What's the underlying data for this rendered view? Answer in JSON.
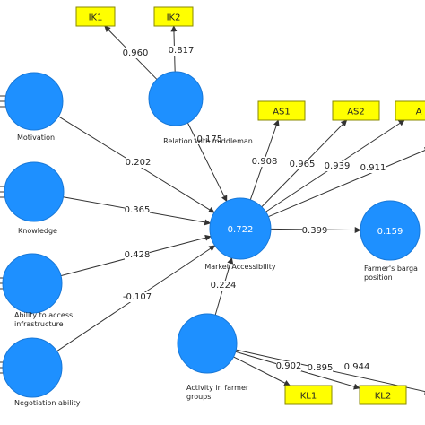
{
  "colors": {
    "construct": "#1e90ff",
    "construct_stroke": "#1878d8",
    "indicator_fill": "#ffff00",
    "indicator_stroke": "#8a8a00",
    "arrow": "#333333"
  },
  "constructs": [
    {
      "id": "motivation",
      "label": [
        "Motivation"
      ],
      "value": ""
    },
    {
      "id": "relation",
      "label": [
        "Relation with middleman"
      ],
      "value": ""
    },
    {
      "id": "knowledge",
      "label": [
        "Knowledge"
      ],
      "value": ""
    },
    {
      "id": "infrastructure",
      "label": [
        "Ability to access",
        "infrastructure"
      ],
      "value": ""
    },
    {
      "id": "negotiation",
      "label": [
        "Negotiation ability"
      ],
      "value": ""
    },
    {
      "id": "market",
      "label": [
        "Market Accessibility"
      ],
      "value": "0.722"
    },
    {
      "id": "activity",
      "label": [
        "Activity in farmer",
        "groups"
      ],
      "value": ""
    },
    {
      "id": "bargaining",
      "label": [
        "Farmer's barga",
        "position"
      ],
      "value": "0.159"
    }
  ],
  "indicators": [
    {
      "id": "IK1",
      "label": "IK1"
    },
    {
      "id": "IK2",
      "label": "IK2"
    },
    {
      "id": "AS1",
      "label": "AS1"
    },
    {
      "id": "AS2",
      "label": "AS2"
    },
    {
      "id": "AS3",
      "label": "A"
    },
    {
      "id": "KL1",
      "label": "KL1"
    },
    {
      "id": "KL2",
      "label": "KL2"
    }
  ],
  "paths": [
    {
      "from": "motivation",
      "to": "market",
      "coef": "0.202"
    },
    {
      "from": "relation",
      "to": "market",
      "coef": "-0.175"
    },
    {
      "from": "knowledge",
      "to": "market",
      "coef": "0.365"
    },
    {
      "from": "infrastructure",
      "to": "market",
      "coef": "0.428"
    },
    {
      "from": "negotiation",
      "to": "market",
      "coef": "-0.107"
    },
    {
      "from": "activity",
      "to": "market",
      "coef": "0.224"
    },
    {
      "from": "market",
      "to": "bargaining",
      "coef": "0.399"
    }
  ],
  "loadings": [
    {
      "from": "relation",
      "to": "IK1",
      "coef": "0.960"
    },
    {
      "from": "relation",
      "to": "IK2",
      "coef": "0.817"
    },
    {
      "from": "market",
      "to": "AS1",
      "coef": "0.908"
    },
    {
      "from": "market",
      "to": "AS2",
      "coef": "0.965"
    },
    {
      "from": "market",
      "to": "AS3",
      "coef": "0.939"
    },
    {
      "from": "market",
      "to": "AS4",
      "coef": "0.911"
    },
    {
      "from": "activity",
      "to": "KL1",
      "coef": "0.902"
    },
    {
      "from": "activity",
      "to": "KL2",
      "coef": "0.895"
    },
    {
      "from": "activity",
      "to": "KL3",
      "coef": "0.944"
    }
  ]
}
